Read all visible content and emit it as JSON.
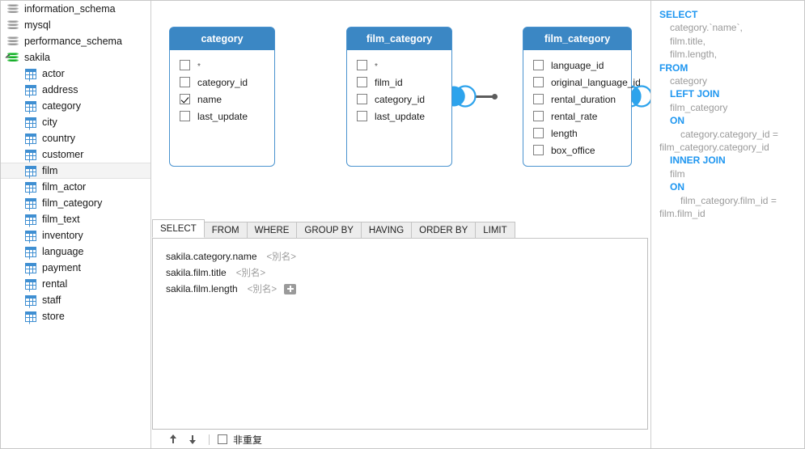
{
  "sidebar": {
    "name": "database-object-tree",
    "items": [
      {
        "label": "information_schema",
        "icon": "database-icon",
        "level": 0,
        "active": false,
        "selected": false,
        "expanded": false
      },
      {
        "label": "mysql",
        "icon": "database-icon",
        "level": 0,
        "active": false,
        "selected": false,
        "expanded": false
      },
      {
        "label": "performance_schema",
        "icon": "database-icon",
        "level": 0,
        "active": false,
        "selected": false,
        "expanded": false
      },
      {
        "label": "sakila",
        "icon": "database-icon-active",
        "level": 0,
        "active": true,
        "selected": false,
        "expanded": true
      },
      {
        "label": "actor",
        "icon": "table-icon",
        "level": 1,
        "active": false,
        "selected": false
      },
      {
        "label": "address",
        "icon": "table-icon",
        "level": 1,
        "active": false,
        "selected": false
      },
      {
        "label": "category",
        "icon": "table-icon",
        "level": 1,
        "active": false,
        "selected": false
      },
      {
        "label": "city",
        "icon": "table-icon",
        "level": 1,
        "active": false,
        "selected": false
      },
      {
        "label": "country",
        "icon": "table-icon",
        "level": 1,
        "active": false,
        "selected": false
      },
      {
        "label": "customer",
        "icon": "table-icon",
        "level": 1,
        "active": false,
        "selected": false
      },
      {
        "label": "film",
        "icon": "table-icon",
        "level": 1,
        "active": false,
        "selected": true
      },
      {
        "label": "film_actor",
        "icon": "table-icon",
        "level": 1,
        "active": false,
        "selected": false
      },
      {
        "label": "film_category",
        "icon": "table-icon",
        "level": 1,
        "active": false,
        "selected": false
      },
      {
        "label": "film_text",
        "icon": "table-icon",
        "level": 1,
        "active": false,
        "selected": false
      },
      {
        "label": "inventory",
        "icon": "table-icon",
        "level": 1,
        "active": false,
        "selected": false
      },
      {
        "label": "language",
        "icon": "table-icon",
        "level": 1,
        "active": false,
        "selected": false
      },
      {
        "label": "payment",
        "icon": "table-icon",
        "level": 1,
        "active": false,
        "selected": false
      },
      {
        "label": "rental",
        "icon": "table-icon",
        "level": 1,
        "active": false,
        "selected": false
      },
      {
        "label": "staff",
        "icon": "table-icon",
        "level": 1,
        "active": false,
        "selected": false
      },
      {
        "label": "store",
        "icon": "table-icon",
        "level": 1,
        "active": false,
        "selected": false
      }
    ]
  },
  "canvas": {
    "name": "query-builder-diagram",
    "header_color": "#3b87c4",
    "border_color": "#4a93cf",
    "entities": [
      {
        "title": "category",
        "fields": [
          {
            "label": "*",
            "checked": false
          },
          {
            "label": "category_id",
            "checked": false
          },
          {
            "label": "name",
            "checked": true
          },
          {
            "label": "last_update",
            "checked": false
          }
        ]
      },
      {
        "title": "film_category",
        "fields": [
          {
            "label": "*",
            "checked": false
          },
          {
            "label": "film_id",
            "checked": false
          },
          {
            "label": "category_id",
            "checked": false
          },
          {
            "label": "last_update",
            "checked": false
          }
        ]
      },
      {
        "title": "film_category",
        "fields": [
          {
            "label": "language_id",
            "checked": false
          },
          {
            "label": "original_language_id",
            "checked": false
          },
          {
            "label": "rental_duration",
            "checked": false
          },
          {
            "label": "rental_rate",
            "checked": false
          },
          {
            "label": "length",
            "checked": false
          },
          {
            "label": "box_office",
            "checked": false
          }
        ]
      }
    ],
    "joins": [
      {
        "icon": "left-join-icon",
        "type": "LEFT JOIN"
      },
      {
        "icon": "inner-join-icon",
        "type": "INNER JOIN"
      }
    ]
  },
  "clause": {
    "name": "clause-editor",
    "tabs": [
      {
        "label": "SELECT",
        "active": true
      },
      {
        "label": "FROM",
        "active": false
      },
      {
        "label": "WHERE",
        "active": false
      },
      {
        "label": "GROUP BY",
        "active": false
      },
      {
        "label": "HAVING",
        "active": false
      },
      {
        "label": "ORDER BY",
        "active": false
      },
      {
        "label": "LIMIT",
        "active": false
      }
    ],
    "rows": [
      {
        "column": "sakila.category.name",
        "alias_placeholder": "<別名>",
        "has_add_button": false
      },
      {
        "column": "sakila.film.title",
        "alias_placeholder": "<別名>",
        "has_add_button": false
      },
      {
        "column": "sakila.film.length",
        "alias_placeholder": "<別名>",
        "has_add_button": true
      }
    ],
    "footer": {
      "move_up": "move-up-arrow",
      "move_down": "move-down-arrow",
      "distinct_label": "非重复",
      "distinct_checked": false
    }
  },
  "sql": {
    "name": "generated-sql-preview",
    "keyword_color": "#1e96f0",
    "identifier_color": "#9a9a9a",
    "lines": [
      {
        "text": "SELECT",
        "kind": "kw",
        "indent": 0
      },
      {
        "text": "category.`name`,",
        "kind": "id",
        "indent": 1
      },
      {
        "text": "film.title,",
        "kind": "id",
        "indent": 1
      },
      {
        "text": "film.length,",
        "kind": "id",
        "indent": 1
      },
      {
        "text": "FROM",
        "kind": "kw",
        "indent": 0
      },
      {
        "text": "category",
        "kind": "id",
        "indent": 1
      },
      {
        "text": "LEFT JOIN",
        "kind": "kw",
        "indent": 1
      },
      {
        "text": "film_category",
        "kind": "id",
        "indent": 1
      },
      {
        "text": "ON",
        "kind": "kw",
        "indent": 1
      },
      {
        "text": "category.category_id = film_category.category_id",
        "kind": "id",
        "indent": 2,
        "wrap": true
      },
      {
        "text": "INNER JOIN",
        "kind": "kw",
        "indent": 1
      },
      {
        "text": "film",
        "kind": "id",
        "indent": 1
      },
      {
        "text": "ON",
        "kind": "kw",
        "indent": 1
      },
      {
        "text": "film_category.film_id = film.film_id",
        "kind": "id",
        "indent": 2,
        "wrap": true
      }
    ]
  }
}
